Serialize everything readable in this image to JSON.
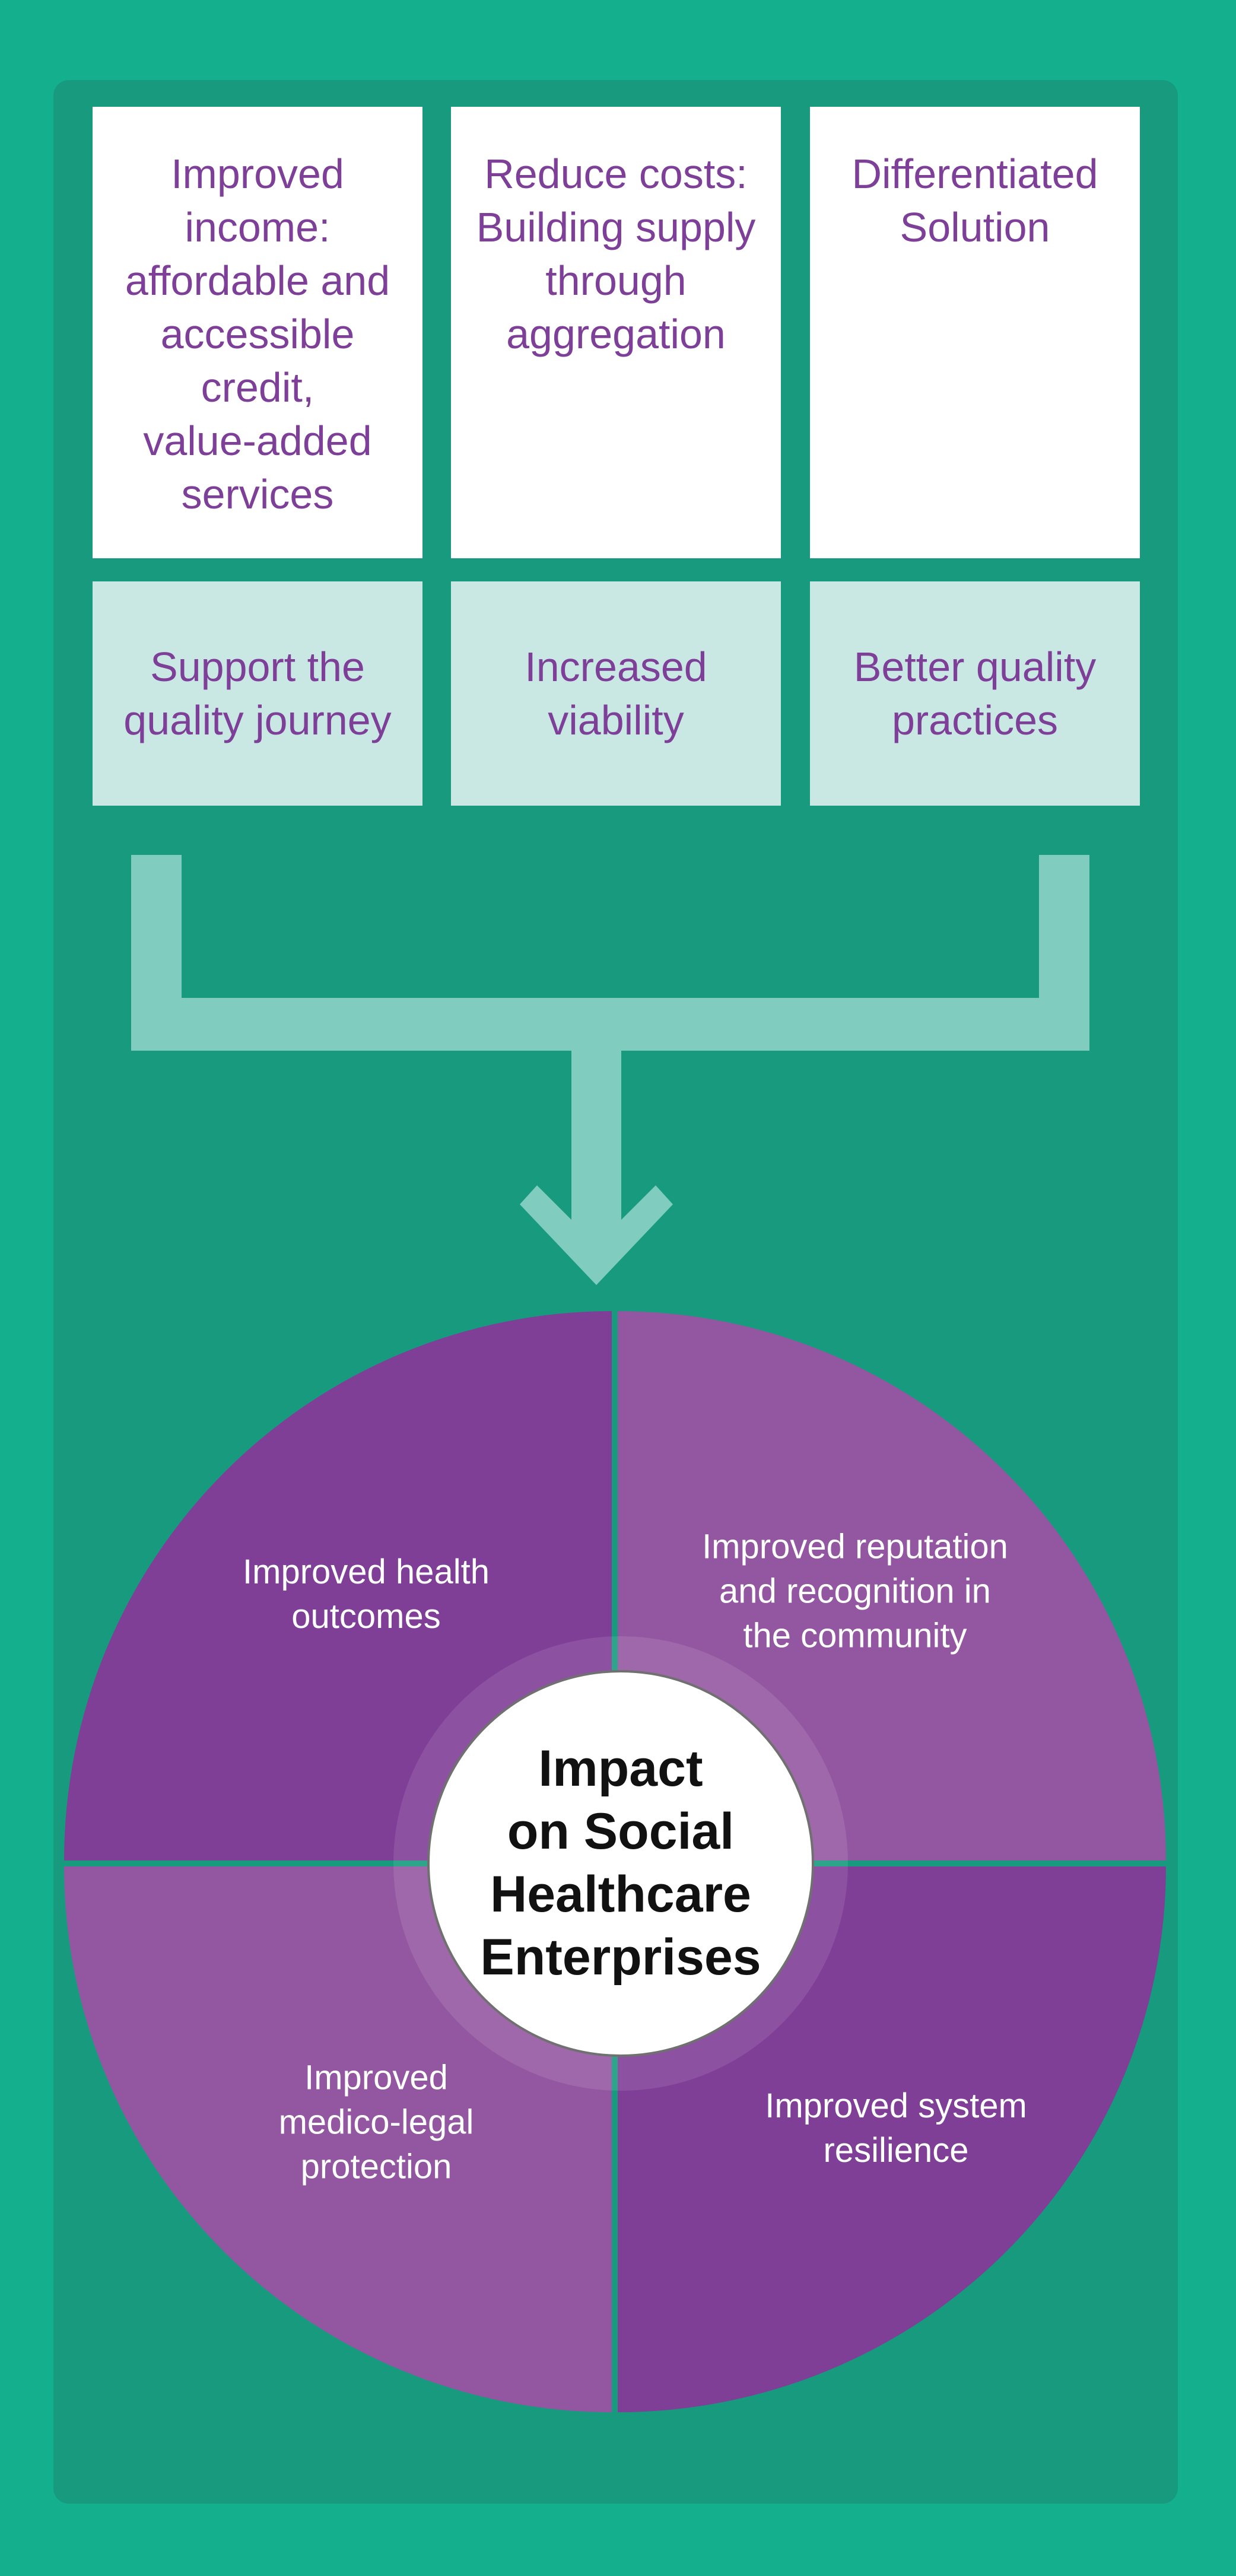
{
  "colors": {
    "background": "#14AF8C",
    "panel": "#179A7D",
    "top_box": "#FFFFFF",
    "bottom_box": "#CAE8E3",
    "connector": "#80CDC0",
    "box_text": "#7E3F98",
    "segment_dark": "#7F3F97",
    "segment_light": "#9357A1",
    "center_text": "#111111"
  },
  "columns": [
    {
      "top_box": {
        "lines": [
          "Improved",
          "income:",
          "affordable and",
          "accessible",
          "credit,",
          "value-added",
          "services"
        ]
      },
      "bottom_box": {
        "lines": [
          "Support the",
          "quality journey"
        ]
      }
    },
    {
      "top_box": {
        "lines": [
          "Reduce costs:",
          "Building supply",
          "through",
          "aggregation"
        ]
      },
      "bottom_box": {
        "lines": [
          "Increased",
          "viability"
        ]
      }
    },
    {
      "top_box": {
        "lines": [
          "Differentiated",
          "Solution"
        ]
      },
      "bottom_box": {
        "lines": [
          "Better quality",
          "practices"
        ]
      }
    }
  ],
  "connector": {
    "icon": "merge-down-arrow-icon"
  },
  "impact_wheel": {
    "center": {
      "lines": [
        "Impact",
        "on Social",
        "Healthcare",
        "Enterprises"
      ]
    },
    "segments": [
      {
        "position": "top-left",
        "shade": "dark",
        "lines": [
          "Improved health",
          "outcomes"
        ]
      },
      {
        "position": "top-right",
        "shade": "light",
        "lines": [
          "Improved reputation",
          "and recognition in",
          "the community"
        ]
      },
      {
        "position": "bottom-left",
        "shade": "light",
        "lines": [
          "Improved",
          "medico-legal",
          "protection"
        ]
      },
      {
        "position": "bottom-right",
        "shade": "dark",
        "lines": [
          "Improved system",
          "resilience"
        ]
      }
    ]
  }
}
